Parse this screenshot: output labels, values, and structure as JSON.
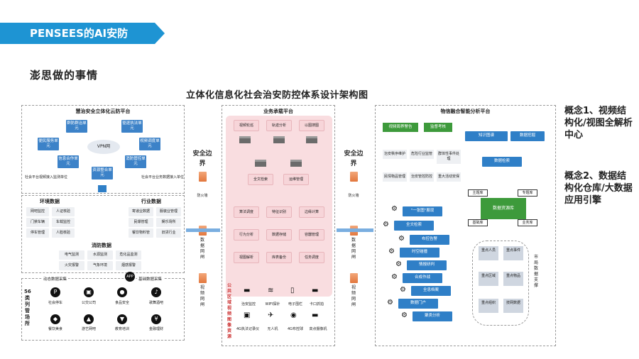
{
  "banner": "PENSEES的AI安防",
  "section_title": "澎思做的事情",
  "diagram_title": "立体化信息化社会治安防控体系设计架构图",
  "concepts": {
    "c1": "概念1、视频结构化/视图全解析中心",
    "c2": "概念2、数据结构化仓库/大数据应用引擎"
  },
  "left": {
    "cloud_title": "慧治安全立体化云防平台",
    "nodes": {
      "n1": "群防群治单元",
      "n2": "驱逐执法单元",
      "n3": "便民服务单元",
      "n4": "视频调度单元",
      "n5": "信息合作单元",
      "n6": "消防管控单元",
      "n7": "资源整合单元",
      "vpn": "VPN网"
    },
    "side_left": "社会平台视频接入监测单位",
    "side_right": "社会平台业务数据接入单位",
    "env_title": "环境数据",
    "env": [
      "网吧监控",
      "人证核验",
      "门禁车辆",
      "车载监控",
      "停车管理",
      "人脸核验"
    ],
    "ind_title": "行业数据",
    "ind": [
      "寄递业数据",
      "服装业管理",
      "民爆管理",
      "娱乐场所",
      "餐饮物料管",
      "旧货行业"
    ],
    "fire_title": "消防数据",
    "fire": [
      "电气监测",
      "水源监测",
      "危化品监测",
      "火灾报警",
      "气象环境",
      "烟感报警"
    ],
    "dyn_label": "动态数据采集",
    "app": "APP",
    "base_label": "基础数据采集",
    "vert": "56类列管场所",
    "places": [
      "社会停车",
      "公交公司",
      "食品安全",
      "歌舞酒吧",
      "餐饮美食",
      "游艺网吧",
      "教育培训",
      "金融理财"
    ]
  },
  "sep1": {
    "label": "安全边界",
    "fw": "防火墙",
    "net1": "数据网闸",
    "net2": "视频网闸"
  },
  "sep2": {
    "label": "安全边界",
    "fw": "防火墙",
    "net1": "数据网闸",
    "net2": "视频网闸"
  },
  "mid": {
    "title": "业务承载平台",
    "top": [
      "视频轮巡",
      "轨迹分析",
      "以图搜图"
    ],
    "bot_top": [
      "全文检索",
      "运维管理"
    ],
    "grid": [
      "算法调度",
      "特征识别",
      "边缘计算",
      "行为分析",
      "数据存储",
      "容器管理",
      "视图解析",
      "库表备份",
      "任务调度"
    ],
    "vert": "公共区域视频图像资源",
    "devices": [
      "治安监控",
      "WIFI探针",
      "电子围栏",
      "卡口抓拍",
      "4G执法记录仪",
      "无人机",
      "4G布控球",
      "高点摄像机"
    ]
  },
  "right": {
    "title": "物信融合智能分析平台",
    "green": [
      "视频周界警告",
      "监督考核"
    ],
    "knowledge": "知识图谱",
    "mining": "数据挖掘",
    "search": "数据检索",
    "gray": [
      "治安秩序维护",
      "危险行业监管",
      "群体性事件处理",
      "民情物品管理",
      "治安管控防控",
      "重大活动安保"
    ],
    "pool": "数据资源库",
    "corners": [
      "主题库",
      "专题库",
      "基础库",
      "业务库"
    ],
    "flow": [
      "\"一张图\"展现",
      "全文检索",
      "布控告警",
      "时空碰撞",
      "情报研判",
      "合成作战",
      "全息档案",
      "数据门户",
      "聚类分析"
    ],
    "keys": [
      "重点人员",
      "重点事件",
      "重点区域",
      "重点物品",
      "重点组织",
      "技网数据"
    ],
    "vert": "市局数据支撑"
  },
  "colors": {
    "accent": "#1e94d3",
    "node": "#3c82c8",
    "pink": "#f9dde0",
    "green": "#3d9a3b"
  }
}
